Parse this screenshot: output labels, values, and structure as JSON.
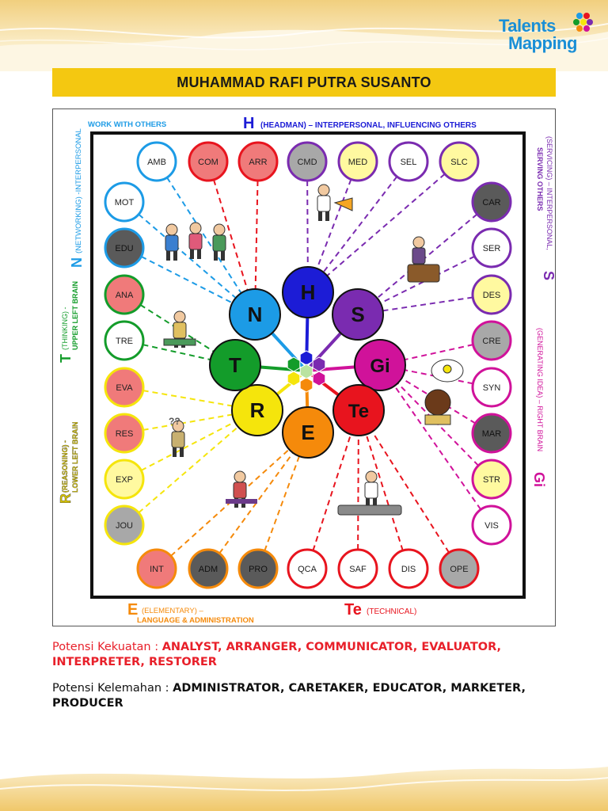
{
  "header": {
    "logo_line1": "Talents",
    "logo_line2": "Mapping",
    "name": "MUHAMMAD RAFI PUTRA SUSANTO"
  },
  "diagram": {
    "top_group_letter": "H",
    "top_group_desc": "(HEADMAN) – INTERPERSONAL, INFLUENCING OTHERS",
    "work_with_others": "WORK WITH OTHERS",
    "left_n_letter": "N",
    "left_n_desc": "(NETWORKING) -INTERPERSONAL",
    "left_t_letter": "T",
    "left_t_desc1": "(THINKING) -",
    "left_t_desc2": "UPPER LEFT BRAIN",
    "left_r_letter": "R",
    "left_r_desc1": "(REASONING) -",
    "left_r_desc2": "LOWER LEFT BRAIN",
    "right_s_letter": "S",
    "right_s_desc1": "(SERVICING) – INTERPERSONAL,",
    "right_s_desc2": "SERVING OTHERS",
    "right_gi_letter": "Gi",
    "right_gi_desc": "(GENERATING IDEA) – RIGHT BRAIN",
    "bottom_e_letter": "E",
    "bottom_e_desc1": "(ELEMENTARY) –",
    "bottom_e_desc2": "LANGUAGE & ADMINISTRATION",
    "bottom_te_letter": "Te",
    "bottom_te_desc": "(TECHNICAL)",
    "center_nodes": [
      "H",
      "S",
      "Gi",
      "Te",
      "E",
      "R",
      "T",
      "N"
    ],
    "top_row": [
      "AMB",
      "COM",
      "ARR",
      "CMD",
      "MED",
      "SEL",
      "SLC"
    ],
    "left_col": [
      "MOT",
      "EDU",
      "ANA",
      "TRE",
      "EVA",
      "RES",
      "EXP",
      "JOU"
    ],
    "right_col": [
      "CAR",
      "SER",
      "DES",
      "CRE",
      "SYN",
      "MAR",
      "STR",
      "VIS"
    ],
    "bottom_row": [
      "INT",
      "ADM",
      "PRO",
      "QCA",
      "SAF",
      "DIS",
      "OPE"
    ],
    "colors": {
      "H": "#1c1cd6",
      "S": "#7a2bb0",
      "Gi": "#d0129a",
      "Te": "#e8141e",
      "E": "#f58a0b",
      "R": "#f5e50c",
      "T": "#139c2a",
      "N": "#1c9be6",
      "strength_fill": "#f07a7a",
      "weakness_fill": "#5a5a5a",
      "neutral_fill": "#a8a8a8",
      "light_fill": "#fff9a0"
    }
  },
  "footer": {
    "strength_label": "Potensi Kekuatan : ",
    "strength_value": "ANALYST, ARRANGER, COMMUNICATOR, EVALUATOR, INTERPRETER, RESTORER",
    "weakness_label": "Potensi Kelemahan : ",
    "weakness_value": "ADMINISTRATOR, CARETAKER, EDUCATOR, MARKETER, PRODUCER"
  }
}
